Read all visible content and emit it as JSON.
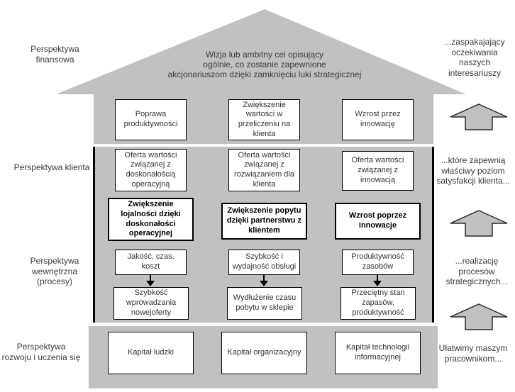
{
  "colors": {
    "house_gray": "#c1c1c1",
    "box_background": "#ffffff",
    "box_border": "#000000",
    "text": "#3a3a3a"
  },
  "roof": {
    "vision_text": "Wizja lub ambitny cel opisujący\nogólnie, co zostanie zapewnione\nakcjonariuszom dzięki zamknięciu luki strategicznej"
  },
  "left_labels": {
    "financial": "Perspektywa\nfinansowa",
    "customer": "Perspektywa klienta",
    "internal": "Perspektywa\nwewnętrzna\n(procesy)",
    "learning": "Perspektywa\nrozwoju i uczenia się"
  },
  "right_labels": {
    "stakeholders": "...zaspakajający\noczekiwania\nnaszych\ninteresariuszy",
    "customer_satisfaction": "...które zapewnią\nwłaściwy poziom\nsatysfakcji klienta...",
    "strategic_processes": "...realizację\nprocesów\nstrategicznych...",
    "employees": "Ułatwimy maszym\npracownikom..."
  },
  "boxes": {
    "financial": [
      "Poprawa produktywności",
      "Zwiększenie wartości w przeliczeniu na klienta",
      "Wzrost przez innowację"
    ],
    "customer_offer": [
      "Oferta wartości związanej z doskonałością operacyjną",
      "Oferta wartości związanej z rozwiązaniem dla klienta",
      "Oferta wartości związanej z innowacją"
    ],
    "customer_goal": [
      "Zwiększenie lojalności dzięki doskonałości operacyjnej",
      "Zwiększenie popytu dzięki partnerstwu z klientem",
      "Wzrost poprzez innowacje"
    ],
    "process_measure": [
      "Jakość, czas, koszt",
      "Szybkość i wydajność obsługi",
      "Produktywność zasobów"
    ],
    "process_outcome": [
      "Szybkość wprowadzania nowejoferty",
      "Wydłużenie czasu pobytu w sklepie",
      "Przeciętny stan zapasów, produktywność"
    ],
    "foundation": [
      "Kapitał ludzki",
      "Kapitał organizacyjny",
      "Kapitał technologii informacyjnej"
    ]
  }
}
